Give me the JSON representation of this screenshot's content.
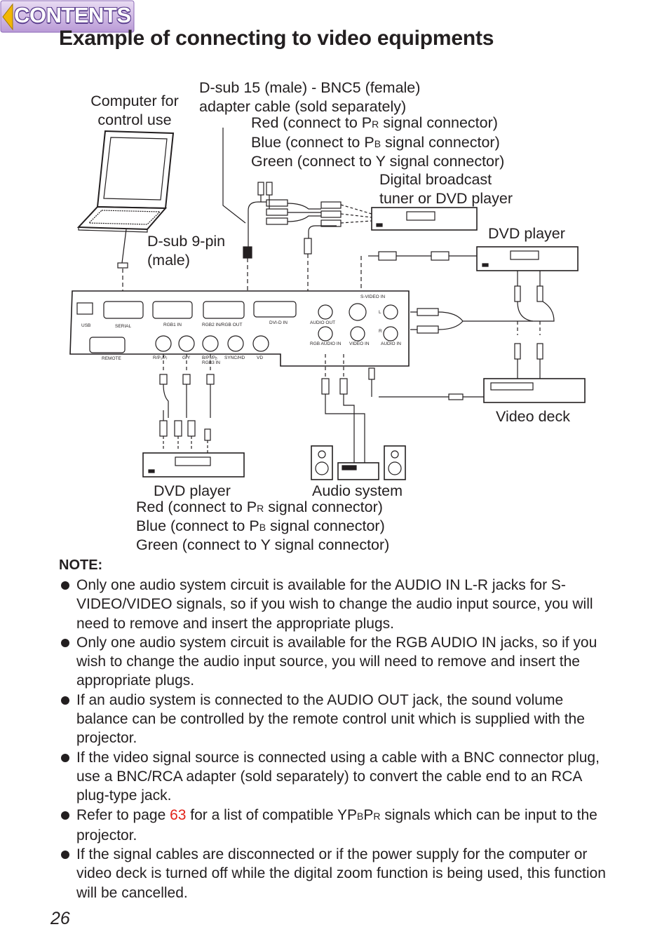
{
  "nav": {
    "contents_label": "CONTENTS"
  },
  "page": {
    "title": "Example of connecting to video equipments",
    "number": "26"
  },
  "diagram": {
    "computer_label": "Computer for\ncontrol use",
    "adapter_cable_label": "D-sub 15 (male) - BNC5 (female)\nadapter cable (sold separately)",
    "top_colors": {
      "red_pre": "Red (connect to P",
      "red_sub": "R",
      "red_post": " signal connector)",
      "blue_pre": "Blue (connect to P",
      "blue_sub": "B",
      "blue_post": " signal connector)",
      "green": "Green (connect to Y signal connector)"
    },
    "tuner_label": "Digital broadcast\ntuner or DVD player",
    "dsub9_label": "D-sub 9-pin\n(male)",
    "dvd_right_label": "DVD player",
    "video_deck_label": "Video deck",
    "dvd_bottom_label": "DVD player",
    "audio_system_label": "Audio system",
    "bottom_colors": {
      "red_pre": "Red (connect to P",
      "red_sub": "R",
      "red_post": " signal connector)",
      "blue_pre": "Blue (connect to P",
      "blue_sub": "B",
      "blue_post": " signal connector)",
      "green": "Green (connect to Y signal connector)"
    },
    "panel": {
      "usb": "USB",
      "serial": "SERIAL",
      "rgb1_in": "RGB1 IN",
      "rgb2_in": "RGB2 IN/RGB OUT",
      "dvi_in": "DVI-D IN",
      "audio_out": "AUDIO OUT",
      "rgb_audio_in": "RGB AUDIO IN",
      "svideo_in": "S-VIDEO IN",
      "video_in": "VIDEO IN",
      "audio_in": "AUDIO IN",
      "remote": "REMOTE",
      "r_pr": "R/P₁/Pᵣ",
      "g_y": "G/Y",
      "b_pb": "B/P₂/Pᵦ",
      "rgb3_in": "RGB3 IN",
      "sync_hd": "SYNC/HD",
      "vd": "VD",
      "l": "L",
      "r": "R"
    }
  },
  "notes": {
    "heading": "NOTE:",
    "items": [
      "Only one audio system circuit is available for the AUDIO IN L-R jacks for S-VIDEO/VIDEO signals, so if you wish to change the audio input source, you will need to remove and insert the appropriate plugs.",
      "Only one audio system circuit is available for the RGB AUDIO IN jacks, so if you wish to change the audio input source, you will need to remove and insert the appropriate plugs.",
      "If an audio system is connected to the AUDIO OUT jack, the sound volume balance can be controlled by the remote control unit which is supplied with the projector.",
      "If the video signal source is connected using a cable with a BNC connector plug, use a BNC/RCA adapter (sold separately) to convert the cable end to an RCA plug-type jack."
    ],
    "item5": {
      "pre": "Refer to page ",
      "link": "63",
      "mid": " for a list of compatible YP",
      "sub1": "B",
      "mid2": "P",
      "sub2": "R",
      "post": " signals which can be input to the projector."
    },
    "item6": "If the signal cables are disconnected or if the power supply for the computer or video deck is turned off while the digital zoom function is being used, this function will be cancelled."
  }
}
